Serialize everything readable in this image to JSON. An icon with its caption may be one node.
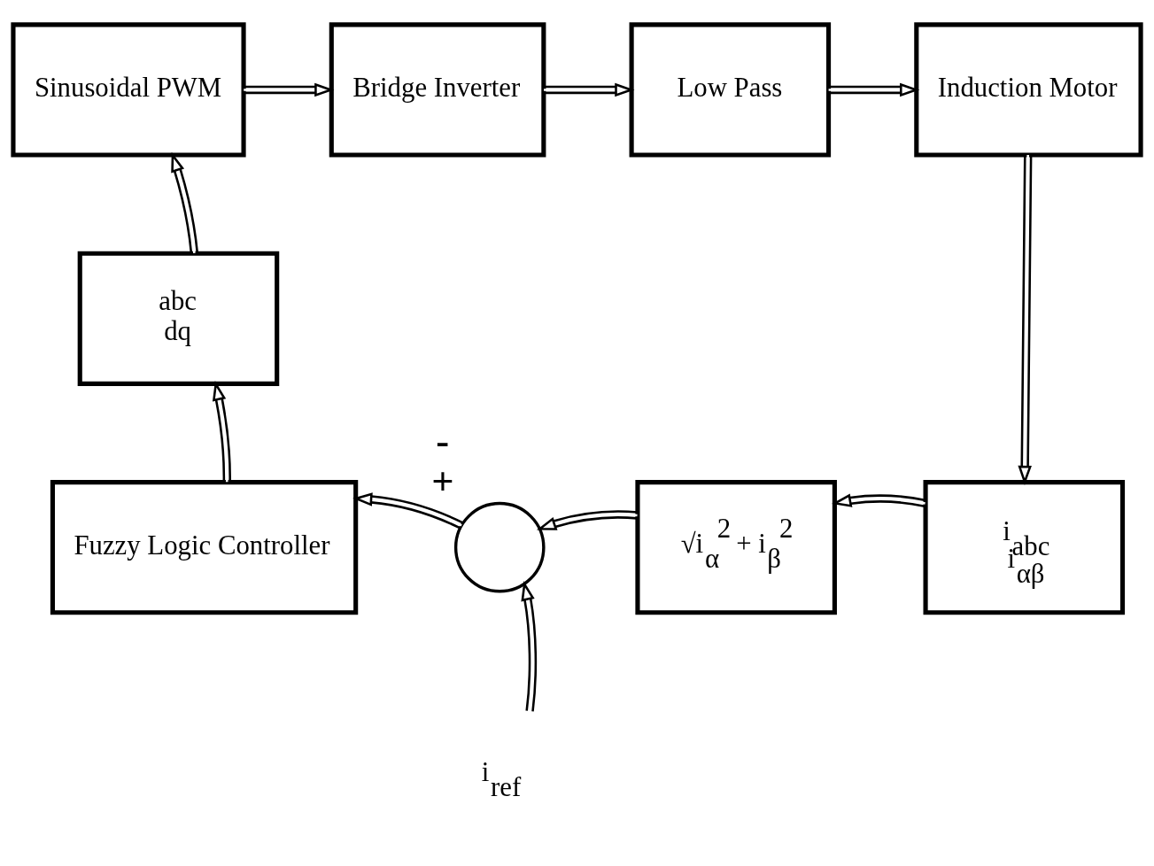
{
  "diagram": {
    "nodes": [
      {
        "text": [
          "Sinusoidal PWM"
        ]
      },
      {
        "text": [
          "Bridge Inverter"
        ]
      },
      {
        "text": [
          "Low Pass"
        ]
      },
      {
        "text": [
          "Induction Motor"
        ]
      },
      {
        "text": [
          "abc",
          "dq"
        ]
      },
      {
        "text": [
          "i$_{abc}$",
          "i$_{αβ}$"
        ]
      },
      {
        "text": [
          "√i$_{α}$$^{2}$ + i$_{β}$$^{2}$"
        ]
      },
      {
        "text": [],
        "shape": "circle",
        "beside": [
          "-",
          "+"
        ]
      },
      {
        "text": [
          "Fuzzy Logic Controller"
        ]
      },
      {
        "text": [
          "i$_{ref}$"
        ]
      }
    ],
    "edges": [
      {
        "from": 0,
        "to": 1,
        "arrow": "to"
      },
      {
        "from": 1,
        "to": 2,
        "arrow": "to"
      },
      {
        "from": 2,
        "to": 3,
        "arrow": "to"
      },
      {
        "from": 3,
        "to": 5,
        "arrow": "to"
      },
      {
        "from": 5,
        "to": 6,
        "arrow": "to"
      },
      {
        "from": 6,
        "to": 7,
        "arrow": "to"
      },
      {
        "from": 9,
        "to": 7,
        "arrow": "to"
      },
      {
        "from": 7,
        "to": 8,
        "arrow": "to"
      },
      {
        "from": 8,
        "to": 4,
        "arrow": "to"
      },
      {
        "from": 4,
        "to": 0,
        "arrow": "to"
      }
    ]
  }
}
